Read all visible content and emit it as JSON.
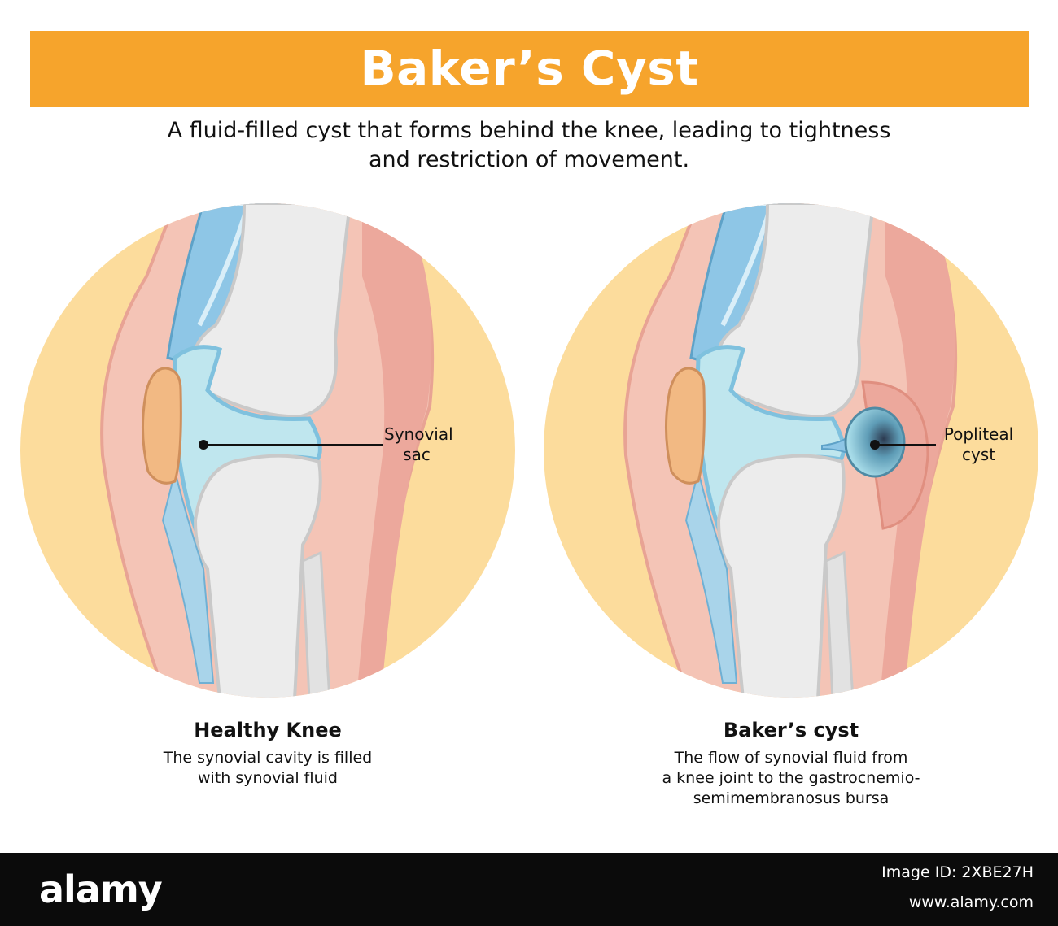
{
  "title": "Baker’s Cyst",
  "subtitle": [
    "A fluid-filled cyst that forms behind the knee, leading to tightness",
    "and restriction of movement."
  ],
  "left_panel": {
    "caption_title": "Healthy Knee",
    "caption_text": [
      "The synovial cavity is filled",
      "with synovial fluid"
    ],
    "label": [
      "Synovial",
      "sac"
    ]
  },
  "right_panel": {
    "caption_title": "Baker’s cyst",
    "caption_text": [
      "The flow of synovial fluid from",
      "a knee joint to the gastrocnemio-",
      "semimembranosus bursa"
    ],
    "label": [
      "Popliteal",
      "cyst"
    ]
  },
  "footer": {
    "logo": "alamy",
    "image_id": "Image ID: 2XBE27H",
    "site": "www.alamy.com"
  },
  "colors": {
    "banner": "#f6a42c",
    "circle": "#fcdc9c",
    "skin": "#f4c4b6",
    "muscle": "#eca89c",
    "bone": "#ececec",
    "fluid": "#bfe6ee",
    "cartilage": "#8ec6e6",
    "patella": "#f2b983",
    "cyst": "#78b4cc"
  }
}
